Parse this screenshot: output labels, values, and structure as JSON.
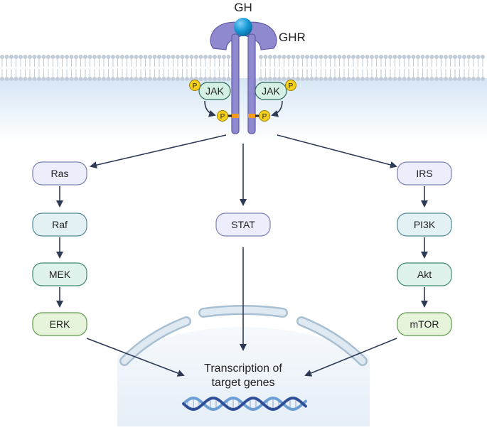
{
  "ligand": {
    "label": "GH"
  },
  "receptor": {
    "label": "GHR"
  },
  "jak_left": {
    "label": "JAK",
    "phospho": "P"
  },
  "jak_right": {
    "label": "JAK",
    "phospho": "P"
  },
  "receptor_phospho": {
    "left": "P",
    "right": "P"
  },
  "pathways": {
    "left": [
      "Ras",
      "Raf",
      "MEK",
      "ERK"
    ],
    "center": [
      "STAT"
    ],
    "right": [
      "IRS",
      "PI3K",
      "Akt",
      "mTOR"
    ]
  },
  "nucleus": {
    "line1": "Transcription of",
    "line2": "target genes"
  },
  "colors": {
    "membrane": "#c3ccd9",
    "cytoplasm_top": "#dbe9f6",
    "receptor": "#8f8ad0",
    "receptor_dark": "#5f5aa6",
    "ligand": "#1a9cd9",
    "phospho": "#f4cf1b",
    "jak_fill": "#d4efe4",
    "ras_fill": "#eceefb",
    "raf_fill": "#e3f1f5",
    "mek_fill": "#dff2ec",
    "erk_fill": "#e7f4dc",
    "nucleus_fill": "#eef4fa",
    "dna_dark": "#2f4f98",
    "dna_light": "#6c9ed4",
    "arrow": "#2e3a55"
  }
}
